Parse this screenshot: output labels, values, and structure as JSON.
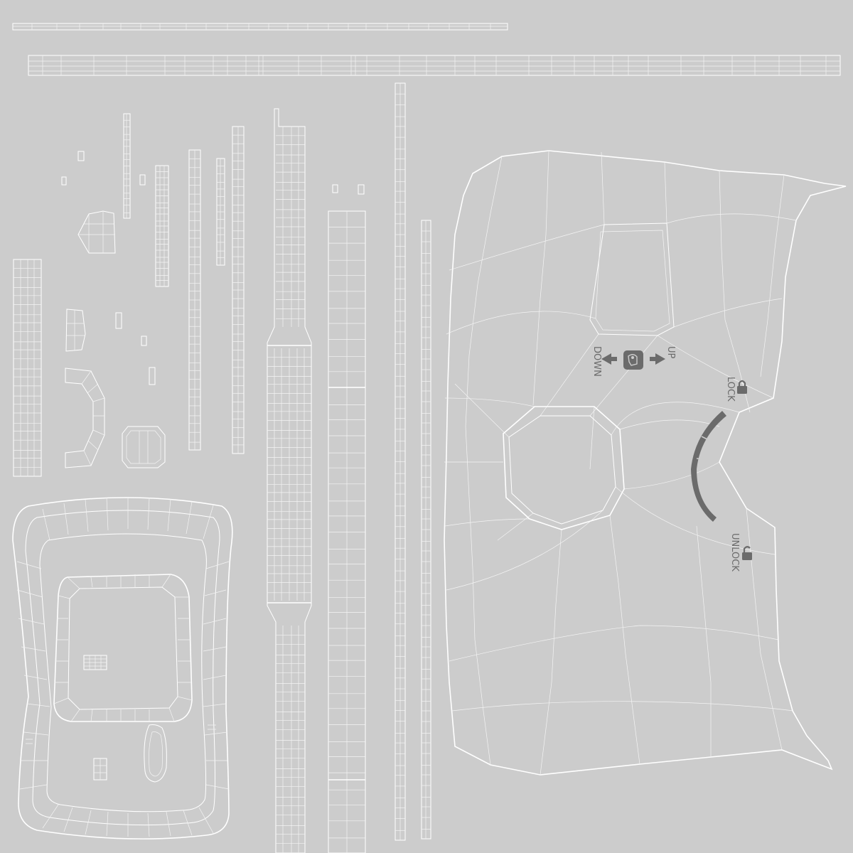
{
  "image": {
    "background_color": "#cccccc",
    "wire_color": "#ffffff",
    "ink_color": "#6b6b6b"
  },
  "labels": {
    "down": "DOWN",
    "up": "UP",
    "lock": "LOCK",
    "unlock": "UNLOCK"
  }
}
